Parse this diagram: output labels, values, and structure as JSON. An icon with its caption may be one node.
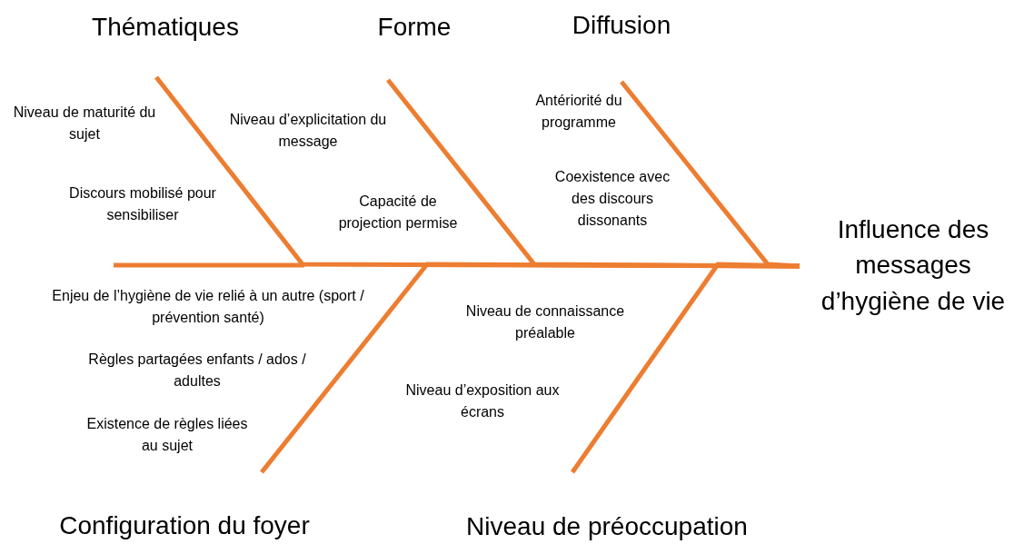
{
  "diagram": {
    "nodes": [
      {
        "text": [
          "Thématiques"
        ]
      },
      {
        "text": [
          "Forme"
        ]
      },
      {
        "text": [
          "Diffusion"
        ]
      },
      {
        "text": [
          "Influence des messages d’hygiène de vie"
        ]
      },
      {
        "text": [
          "Configuration du foyer"
        ]
      },
      {
        "text": [
          "Niveau de préoccupation"
        ]
      }
    ],
    "edges": [
      {
        "from": 0,
        "to": 3,
        "arrow": "none"
      },
      {
        "from": 1,
        "to": 3,
        "arrow": "none"
      },
      {
        "from": 2,
        "to": 3,
        "arrow": "none"
      },
      {
        "from": 4,
        "to": 3,
        "arrow": "none"
      },
      {
        "from": 5,
        "to": 3,
        "arrow": "none"
      }
    ],
    "labels": [
      "Niveau de maturité du sujet",
      "Niveau d’explicitation du message",
      "Antériorité du programme",
      "Discours mobilisé pour sensibiliser",
      "Capacité de projection permise",
      "Coexistence avec des discours dissonants",
      "Enjeu de l’hygiène de vie relié à un autre (sport / prévention santé)",
      "Niveau de connaissance préalable",
      "Règles partagées enfants / ados / adultes",
      "Niveau d’exposition aux écrans",
      "Existence de règles liées au sujet"
    ]
  }
}
